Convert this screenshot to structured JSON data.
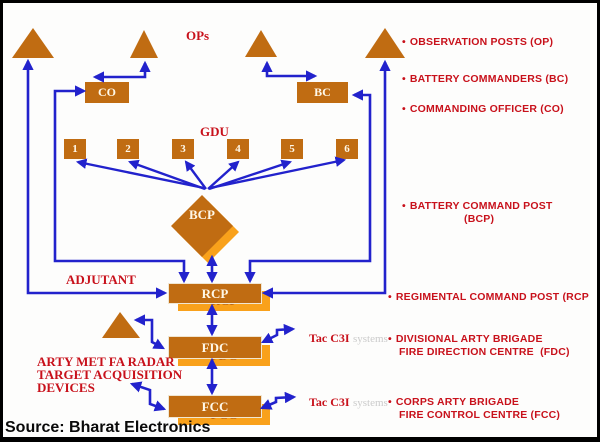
{
  "nodes": {
    "co": "CO",
    "bc": "BC",
    "bcp": "BCP",
    "rcp": "RCP",
    "fdc": "FDC",
    "fcc": "FCC"
  },
  "gdu": {
    "label": "GDU",
    "units": [
      "1",
      "2",
      "3",
      "4",
      "5",
      "6"
    ]
  },
  "labels": {
    "ops": "OPs",
    "adjutant": "ADJUTANT",
    "devices1": "ARTY MET FA RADAR",
    "devices2": "TARGET ACQUISITION",
    "devices3": "DEVICES",
    "tac_c3i_fdc": "Tac C3I",
    "tac_c3i_fcc": "Tac C3I",
    "watermark": "systems"
  },
  "legend": {
    "bullet": "•",
    "items": [
      {
        "label": "OBSERVATION POSTS (OP)"
      },
      {
        "label": "BATTERY COMMANDERS (BC)"
      },
      {
        "label": "COMMANDING OFFICER (CO)"
      },
      {
        "label": "BATTERY COMMAND POST",
        "label2": "(BCP)"
      },
      {
        "label": "REGIMENTAL COMMAND POST (RCP"
      },
      {
        "label": "DIVISIONAL ARTY BRIGADE",
        "label2": "FIRE DIRECTION CENTRE  (FDC)"
      },
      {
        "label": "CORPS ARTY BRIGADE",
        "label2": "FIRE CONTROL CENTRE (FCC)"
      }
    ]
  },
  "footer": {
    "source": "Source: Bharat Electronics"
  },
  "colors": {
    "box_orange": "#C06C12",
    "shadow_orange": "#F9A11B",
    "arrow_blue": "#2222CC",
    "label_red": "#C8111B"
  }
}
